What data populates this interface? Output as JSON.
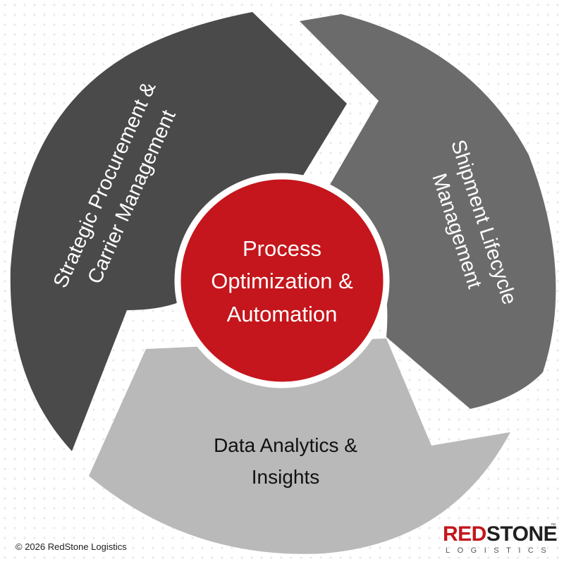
{
  "diagram": {
    "center": {
      "lines": [
        "Process",
        "Optimization &",
        "Automation"
      ],
      "color": "#c4161c"
    },
    "segments": [
      {
        "lines": [
          "Strategic Procurement &",
          "Carrier Management"
        ],
        "color": "#4a4a4a",
        "text_color": "#ffffff"
      },
      {
        "lines": [
          "Shipment Lifecycle",
          "Management"
        ],
        "color": "#6b6b6b",
        "text_color": "#ffffff"
      },
      {
        "lines": [
          "Data Analytics &",
          "Insights"
        ],
        "color": "#b9b9b9",
        "text_color": "#111111"
      }
    ]
  },
  "footer": {
    "copyright": "© 2026 RedStone Logistics"
  },
  "logo": {
    "red_part": "RED",
    "dark_part": "STONE",
    "subtitle": "LOGISTICS",
    "trademark": "™",
    "colors": {
      "red": "#c4161c",
      "dark": "#1f1f1f"
    }
  }
}
